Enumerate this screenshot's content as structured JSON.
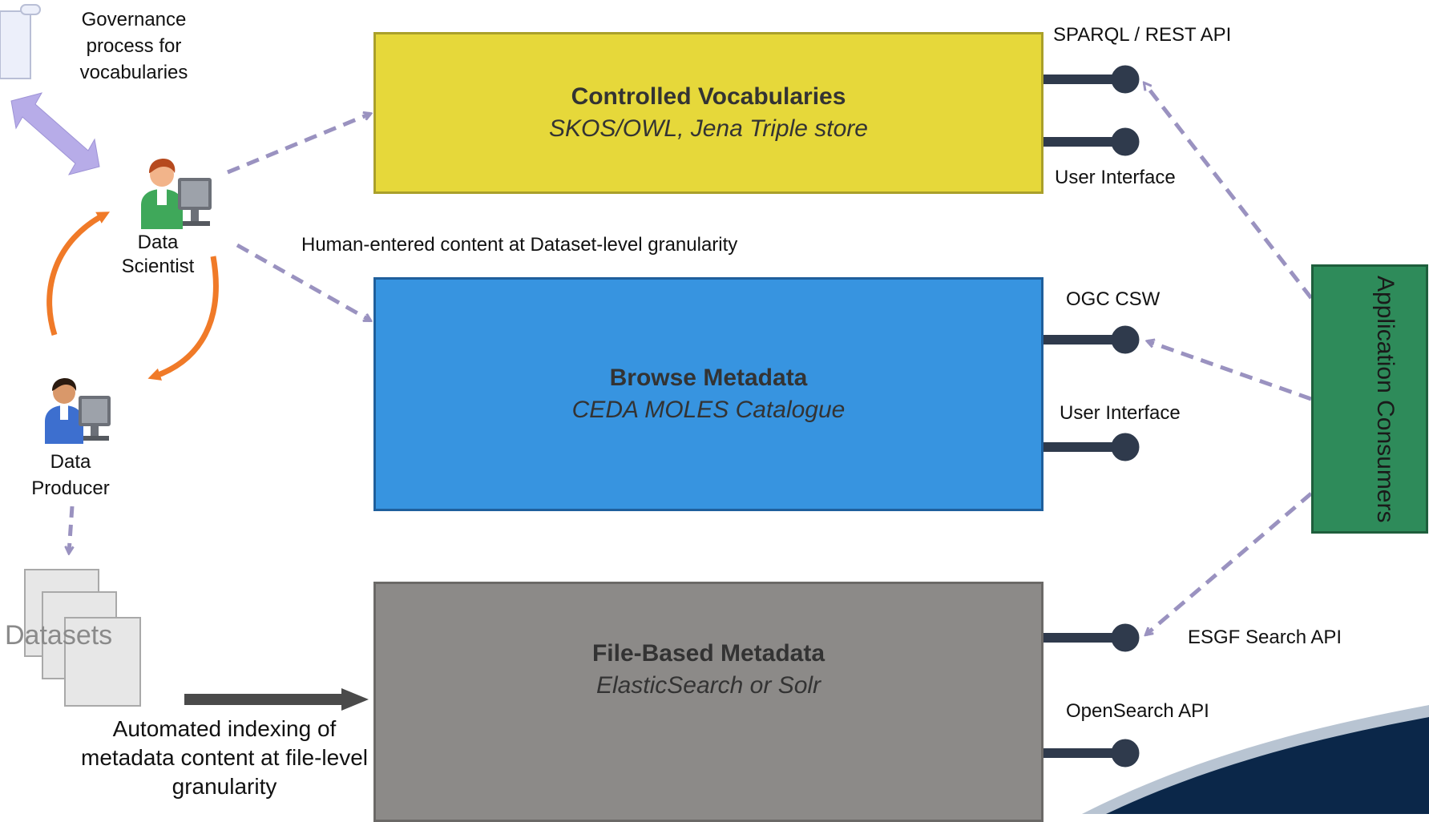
{
  "left": {
    "governance": "Governance process for vocabularies",
    "data_scientist": "Data Scientist",
    "data_producer": "Data Producer",
    "datasets": "Datasets",
    "automated_indexing": "Automated indexing of metadata content at file-level granularity"
  },
  "middle": {
    "human_entered": "Human-entered content at Dataset-level granularity"
  },
  "boxes": {
    "controlled_vocab": {
      "title": "Controlled Vocabularies",
      "subtitle": "SKOS/OWL, Jena Triple store",
      "color": "#e6d83a",
      "border": "#aaa02a"
    },
    "browse_metadata": {
      "title": "Browse Metadata",
      "subtitle": "CEDA MOLES Catalogue",
      "color": "#3794e0",
      "border": "#1f5f9c"
    },
    "file_metadata": {
      "title": "File-Based Metadata",
      "subtitle": "ElasticSearch or Solr",
      "color": "#8c8a88",
      "border": "#6b6967"
    }
  },
  "interfaces": {
    "sparql_rest": "SPARQL / REST API",
    "ui_1": "User Interface",
    "ogc_csw": "OGC CSW",
    "ui_2": "User Interface",
    "esgf_search": "ESGF Search API",
    "opensearch": "OpenSearch API"
  },
  "consumers": {
    "label": "Application Consumers",
    "color": "#2e8b5a"
  },
  "colors": {
    "dashed_arrow": "#9a92c0",
    "orange_arrow": "#f07a28",
    "connector": "#2f3a4c",
    "solid_arrow": "#4a4a4a",
    "corner": "#0b2749"
  }
}
